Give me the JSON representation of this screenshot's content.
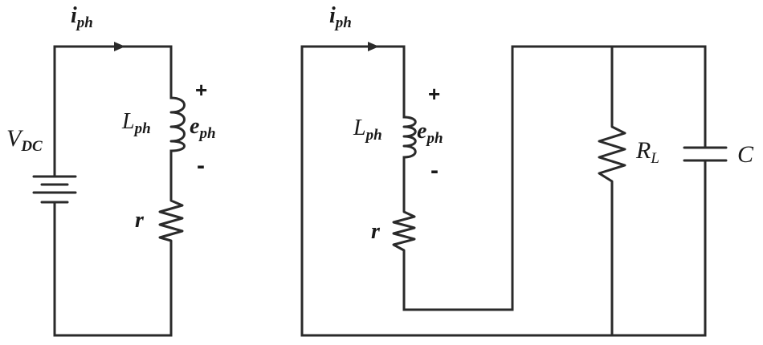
{
  "left_circuit": {
    "current": {
      "main": "i",
      "sub": "ph"
    },
    "inductance": {
      "main": "L",
      "sub": "ph"
    },
    "emf": {
      "main": "e",
      "sub": "ph"
    },
    "plus_sign": "+",
    "minus_sign": "-",
    "resistor": "r",
    "source": {
      "main": "V",
      "sub": "DC"
    }
  },
  "right_circuit": {
    "current": {
      "main": "i",
      "sub": "ph"
    },
    "inductance": {
      "main": "L",
      "sub": "ph"
    },
    "emf": {
      "main": "e",
      "sub": "ph"
    },
    "plus_sign": "+",
    "minus_sign": "-",
    "resistor": "r",
    "load_resistor": {
      "main": "R",
      "sub": "L"
    },
    "capacitor": "C"
  }
}
